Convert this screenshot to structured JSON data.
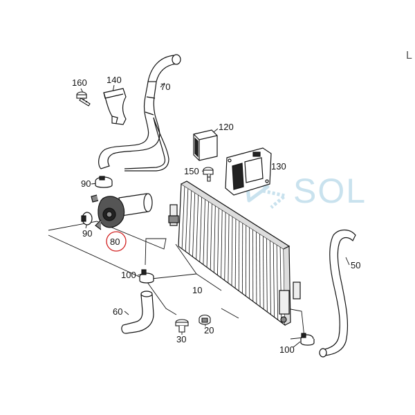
{
  "corner_glyph": "L",
  "watermark": {
    "text": "SOL",
    "color": "#c9e2ee"
  },
  "highlight_color": "#d22020",
  "callouts": {
    "c160": "160",
    "c140": "140",
    "c70": "70",
    "c120": "120",
    "c150": "150",
    "c130": "130",
    "c90a": "90",
    "c90b": "90",
    "c80": "80",
    "c50": "50",
    "c100a": "100",
    "c10": "10",
    "c60": "60",
    "c20": "20",
    "c30": "30",
    "c100b": "100"
  },
  "highlighted_part": "80"
}
